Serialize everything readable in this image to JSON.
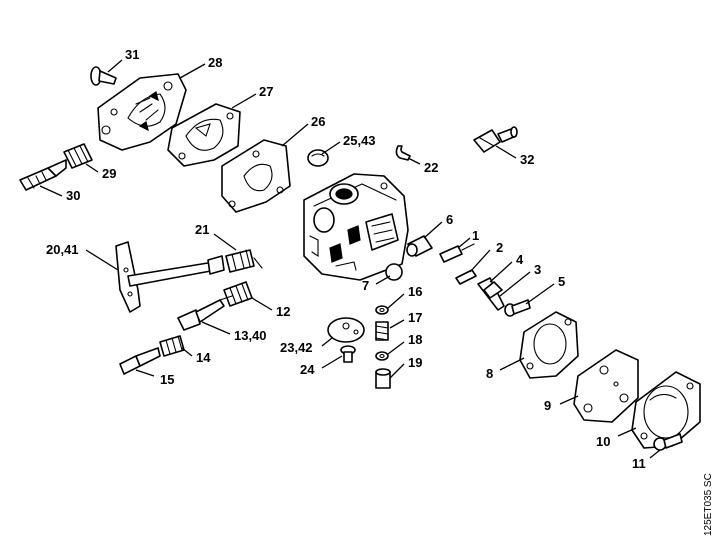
{
  "callouts": [
    {
      "id": "c31",
      "label": "31"
    },
    {
      "id": "c28",
      "label": "28"
    },
    {
      "id": "c27",
      "label": "27"
    },
    {
      "id": "c26",
      "label": "26"
    },
    {
      "id": "c2543",
      "label": "25,43"
    },
    {
      "id": "c22",
      "label": "22"
    },
    {
      "id": "c32",
      "label": "32"
    },
    {
      "id": "c29",
      "label": "29"
    },
    {
      "id": "c30",
      "label": "30"
    },
    {
      "id": "c21",
      "label": "21"
    },
    {
      "id": "c2041",
      "label": "20,41"
    },
    {
      "id": "c6",
      "label": "6"
    },
    {
      "id": "c1",
      "label": "1"
    },
    {
      "id": "c2",
      "label": "2"
    },
    {
      "id": "c4",
      "label": "4"
    },
    {
      "id": "c3",
      "label": "3"
    },
    {
      "id": "c7",
      "label": "7"
    },
    {
      "id": "c5",
      "label": "5"
    },
    {
      "id": "c16",
      "label": "16"
    },
    {
      "id": "c12",
      "label": "12"
    },
    {
      "id": "c17",
      "label": "17"
    },
    {
      "id": "c1340",
      "label": "13,40"
    },
    {
      "id": "c18",
      "label": "18"
    },
    {
      "id": "c2342",
      "label": "23,42"
    },
    {
      "id": "c14",
      "label": "14"
    },
    {
      "id": "c19",
      "label": "19"
    },
    {
      "id": "c24",
      "label": "24"
    },
    {
      "id": "c8",
      "label": "8"
    },
    {
      "id": "c15",
      "label": "15"
    },
    {
      "id": "c9",
      "label": "9"
    },
    {
      "id": "c10",
      "label": "10"
    },
    {
      "id": "c11",
      "label": "11"
    }
  ],
  "reference_code": "125ET035 SC"
}
